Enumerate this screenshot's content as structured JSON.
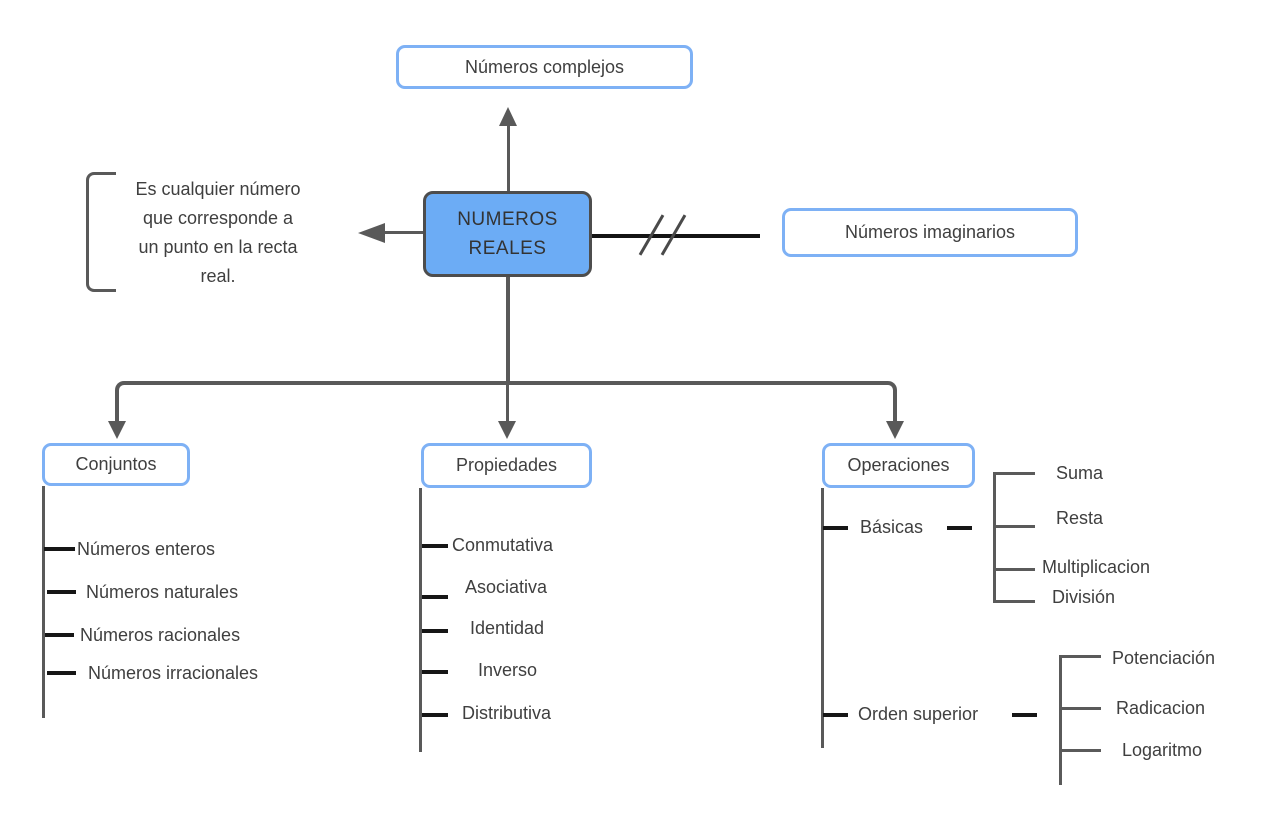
{
  "root": {
    "label": "NUMEROS\nREALES"
  },
  "top_node": {
    "label": "Números complejos"
  },
  "right_node": {
    "label": "Números imaginarios"
  },
  "definition_note": {
    "text": "Es cualquier número\nque corresponde a\nun punto en la recta\nreal."
  },
  "branches": {
    "conjuntos": {
      "label": "Conjuntos",
      "items": [
        "Números enteros",
        "Números naturales",
        "Números racionales",
        "Números irracionales"
      ]
    },
    "propiedades": {
      "label": "Propiedades",
      "items": [
        "Conmutativa",
        "Asociativa",
        "Identidad",
        "Inverso",
        "Distributiva"
      ]
    },
    "operaciones": {
      "label": "Operaciones",
      "groups": [
        {
          "label": "Básicas",
          "items": [
            "Suma",
            "Resta",
            "Multiplicacion",
            "División"
          ]
        },
        {
          "label": "Orden superior",
          "items": [
            "Potenciación",
            "Radicacion",
            "Logaritmo"
          ]
        }
      ]
    }
  },
  "colors": {
    "node_fill": "#6CACF5",
    "node_border_dark": "#4D4D4D",
    "node_border_light": "#7EB1F5",
    "line_gray": "#595959",
    "line_black": "#161616",
    "text": "#3F3F3F"
  }
}
